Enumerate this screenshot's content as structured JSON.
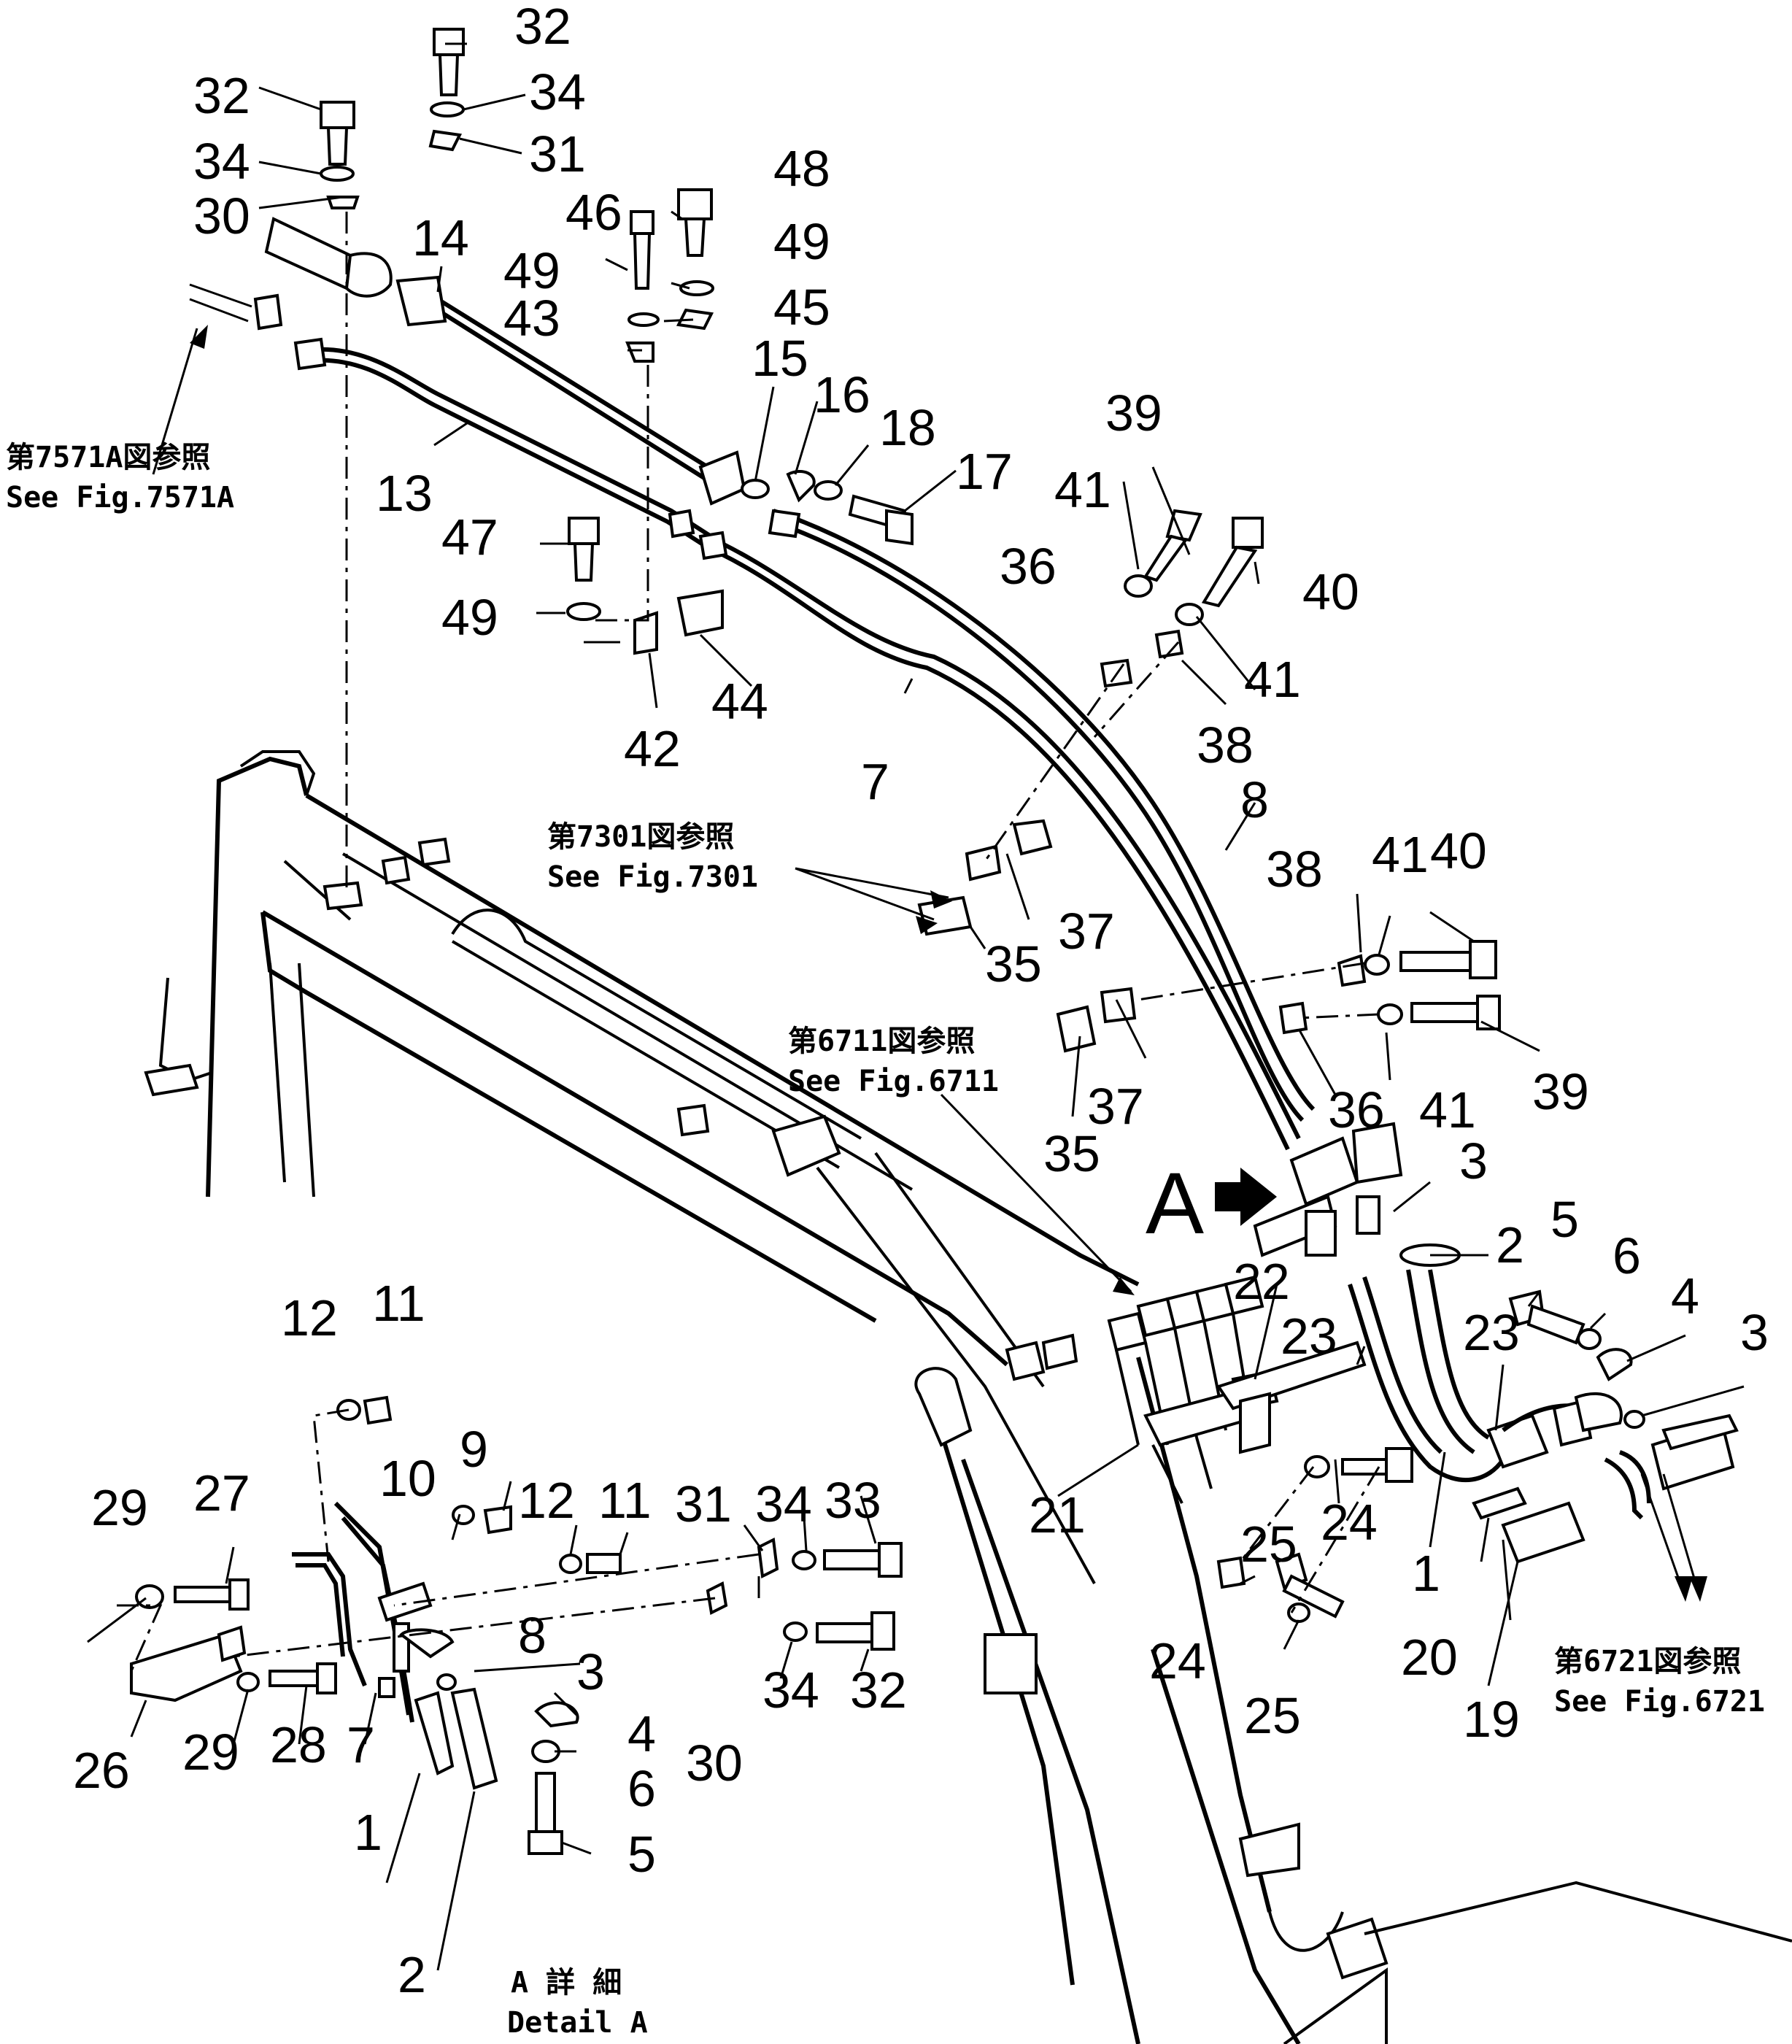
{
  "callouts": [
    {
      "id": "c1",
      "text": "32"
    },
    {
      "id": "c2",
      "text": "34"
    },
    {
      "id": "c3",
      "text": "31"
    },
    {
      "id": "c4",
      "text": "32"
    },
    {
      "id": "c5",
      "text": "34"
    },
    {
      "id": "c6",
      "text": "30"
    },
    {
      "id": "c7",
      "text": "14"
    },
    {
      "id": "c8",
      "text": "48"
    },
    {
      "id": "c9",
      "text": "46"
    },
    {
      "id": "c10",
      "text": "49"
    },
    {
      "id": "c11",
      "text": "49"
    },
    {
      "id": "c12",
      "text": "45"
    },
    {
      "id": "c13",
      "text": "43"
    },
    {
      "id": "c14",
      "text": "15"
    },
    {
      "id": "c15",
      "text": "16"
    },
    {
      "id": "c16",
      "text": "18"
    },
    {
      "id": "c17",
      "text": "17"
    },
    {
      "id": "c18",
      "text": "13"
    },
    {
      "id": "c19",
      "text": "47"
    },
    {
      "id": "c20",
      "text": "49"
    },
    {
      "id": "c21",
      "text": "44"
    },
    {
      "id": "c22",
      "text": "42"
    },
    {
      "id": "c23",
      "text": "7"
    },
    {
      "id": "c24",
      "text": "39"
    },
    {
      "id": "c25",
      "text": "41"
    },
    {
      "id": "c26",
      "text": "36"
    },
    {
      "id": "c27",
      "text": "40"
    },
    {
      "id": "c28",
      "text": "41"
    },
    {
      "id": "c29",
      "text": "38"
    },
    {
      "id": "c30",
      "text": "8"
    },
    {
      "id": "c31",
      "text": "38"
    },
    {
      "id": "c32",
      "text": "41"
    },
    {
      "id": "c33",
      "text": "40"
    },
    {
      "id": "c34",
      "text": "37"
    },
    {
      "id": "c35",
      "text": "35"
    },
    {
      "id": "c36",
      "text": "37"
    },
    {
      "id": "c37",
      "text": "35"
    },
    {
      "id": "c38",
      "text": "36"
    },
    {
      "id": "c39",
      "text": "41"
    },
    {
      "id": "c40",
      "text": "39"
    },
    {
      "id": "c41",
      "text": "3"
    },
    {
      "id": "c42",
      "text": "2"
    },
    {
      "id": "c43",
      "text": "5"
    },
    {
      "id": "c44",
      "text": "6"
    },
    {
      "id": "c45",
      "text": "4"
    },
    {
      "id": "c46",
      "text": "3"
    },
    {
      "id": "c47",
      "text": "22"
    },
    {
      "id": "c48",
      "text": "23"
    },
    {
      "id": "c49",
      "text": "23"
    },
    {
      "id": "c50",
      "text": "21"
    },
    {
      "id": "c51",
      "text": "25"
    },
    {
      "id": "c52",
      "text": "24"
    },
    {
      "id": "c53",
      "text": "1"
    },
    {
      "id": "c54",
      "text": "20"
    },
    {
      "id": "c55",
      "text": "19"
    },
    {
      "id": "c56",
      "text": "24"
    },
    {
      "id": "c57",
      "text": "25"
    },
    {
      "id": "c58",
      "text": "12"
    },
    {
      "id": "c59",
      "text": "11"
    },
    {
      "id": "c60",
      "text": "10"
    },
    {
      "id": "c61",
      "text": "9"
    },
    {
      "id": "c62",
      "text": "12"
    },
    {
      "id": "c63",
      "text": "11"
    },
    {
      "id": "c64",
      "text": "31"
    },
    {
      "id": "c65",
      "text": "34"
    },
    {
      "id": "c66",
      "text": "33"
    },
    {
      "id": "c67",
      "text": "29"
    },
    {
      "id": "c68",
      "text": "27"
    },
    {
      "id": "c69",
      "text": "8"
    },
    {
      "id": "c70",
      "text": "3"
    },
    {
      "id": "c71",
      "text": "4"
    },
    {
      "id": "c72",
      "text": "6"
    },
    {
      "id": "c73",
      "text": "5"
    },
    {
      "id": "c74",
      "text": "26"
    },
    {
      "id": "c75",
      "text": "29"
    },
    {
      "id": "c76",
      "text": "28"
    },
    {
      "id": "c77",
      "text": "7"
    },
    {
      "id": "c78",
      "text": "1"
    },
    {
      "id": "c79",
      "text": "2"
    },
    {
      "id": "c80",
      "text": "30"
    },
    {
      "id": "c81",
      "text": "34"
    },
    {
      "id": "c82",
      "text": "32"
    }
  ],
  "references": {
    "fig7571_jp": "第7571A図参照",
    "fig7571_en": "See Fig.7571A",
    "fig7301_jp": "第7301図参照",
    "fig7301_en": "See Fig.7301",
    "fig6711_jp": "第6711図参照",
    "fig6711_en": "See Fig.6711",
    "fig6721_jp": "第6721図参照",
    "fig6721_en": "See Fig.6721"
  },
  "view_marker": "A",
  "detail": {
    "jp": "A 詳 細",
    "en": "Detail A"
  }
}
